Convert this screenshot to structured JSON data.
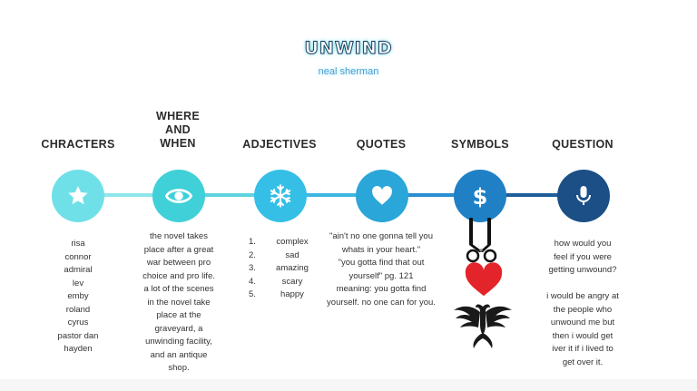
{
  "title": "UNWIND",
  "subtitle": "neal sherman",
  "sections": [
    {
      "heading": "CHRACTERS",
      "icon": "star-icon",
      "color": "#6fe0e8",
      "lines": [
        "risa",
        "connor",
        "admiral",
        "lev",
        "emby",
        "roland",
        "cyrus",
        "pastor dan",
        "hayden"
      ]
    },
    {
      "heading_lines": [
        "WHERE",
        "AND",
        "WHEN"
      ],
      "icon": "eye-icon",
      "color": "#3fd0d8",
      "lines": [
        "the novel takes",
        "place after a great",
        "war between pro",
        "choice and pro life.",
        "a lot of the scenes",
        "in the novel take",
        "place at the",
        "graveyard, a",
        "unwinding facility,",
        "and an antique",
        "shop."
      ]
    },
    {
      "heading": "ADJECTIVES",
      "icon": "snowflake-icon",
      "color": "#35bfe6",
      "items": [
        {
          "n": "1.",
          "v": "complex"
        },
        {
          "n": "2.",
          "v": "sad"
        },
        {
          "n": "3.",
          "v": "amazing"
        },
        {
          "n": "4.",
          "v": "scary"
        },
        {
          "n": "5.",
          "v": "happy"
        }
      ]
    },
    {
      "heading": "QUOTES",
      "icon": "heart-icon",
      "color": "#2aa6d8",
      "lines": [
        "\"ain't no one gonna tell you",
        "whats in your heart.\"",
        "\"you gotta find that out",
        "yourself\"  pg. 121",
        "meaning: you gotta find",
        "yourself. no one can for you."
      ]
    },
    {
      "heading": "SYMBOLS",
      "icon": "dollar-icon",
      "color": "#1f80c6"
    },
    {
      "heading": "QUESTION",
      "icon": "microphone-icon",
      "color": "#1b4f86",
      "lines": [
        "how would you",
        "feel if you were",
        "getting unwound?",
        "",
        "i would be angry at",
        "the people who",
        "unwound me but",
        "then i would get",
        "iver it if i lived to",
        "get over it."
      ]
    }
  ],
  "colors": {
    "line_1": "#8fe6ec",
    "line_2": "#5fd3e0",
    "line_3": "#3fb6e2",
    "line_4": "#2a8fd0",
    "line_5": "#1f5f98"
  }
}
